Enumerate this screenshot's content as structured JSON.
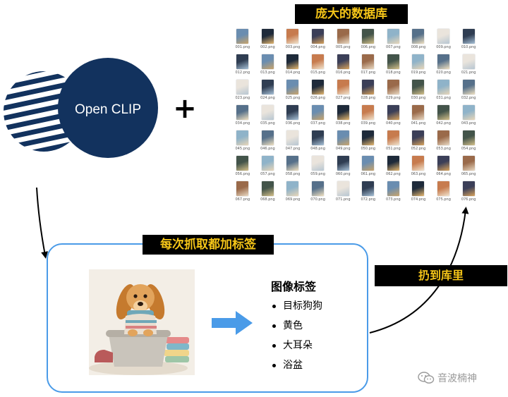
{
  "logo": {
    "text": "Open CLIP",
    "color": "#12325e"
  },
  "plus": "+",
  "dataset": {
    "title": "庞大的数据库",
    "files": [
      "001.png",
      "002.png",
      "003.png",
      "004.png",
      "005.png",
      "006.png",
      "007.png",
      "008.png",
      "009.png",
      "010.png",
      "012.png",
      "013.png",
      "014.png",
      "015.png",
      "016.png",
      "017.png",
      "018.png",
      "019.png",
      "020.png",
      "021.png",
      "023.png",
      "024.png",
      "025.png",
      "026.png",
      "027.png",
      "028.png",
      "029.png",
      "030.png",
      "031.png",
      "032.png",
      "034.png",
      "035.png",
      "036.png",
      "037.png",
      "038.png",
      "039.png",
      "040.png",
      "041.png",
      "042.png",
      "043.png",
      "045.png",
      "046.png",
      "047.png",
      "048.png",
      "049.png",
      "050.png",
      "051.png",
      "052.png",
      "053.png",
      "054.png",
      "056.png",
      "057.png",
      "058.png",
      "059.png",
      "060.png",
      "061.png",
      "062.png",
      "063.png",
      "064.png",
      "065.png",
      "067.png",
      "068.png",
      "069.png",
      "070.png",
      "071.png",
      "072.png",
      "073.png",
      "074.png",
      "075.png",
      "076.png"
    ]
  },
  "process": {
    "label": "每次抓取都加标签",
    "tags_title": "图像标签",
    "tags": [
      "目标狗狗",
      "黄色",
      "大耳朵",
      "浴盆"
    ]
  },
  "throw_label": "扔到库里",
  "watermark": "音波楠神",
  "colors": {
    "accent_blue": "#4a9be8",
    "label_bg": "#000000",
    "label_text": "#f5c518",
    "logo_navy": "#12325e"
  }
}
